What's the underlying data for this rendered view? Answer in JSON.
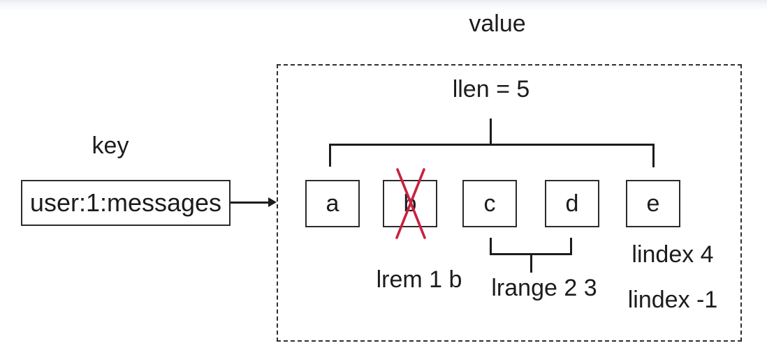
{
  "diagram": {
    "title_left": "key",
    "title_right": "value",
    "key_box_text": "user:1:messages",
    "llen_label": "llen = 5",
    "cells": [
      {
        "label": "a",
        "removed": false
      },
      {
        "label": "b",
        "removed": true
      },
      {
        "label": "c",
        "removed": false
      },
      {
        "label": "d",
        "removed": false
      },
      {
        "label": "e",
        "removed": false
      }
    ],
    "lrem_label": "lrem 1 b",
    "lrange_label": "lrange 2 3",
    "lindex_top_label": "lindex 4",
    "lindex_bottom_label": "lindex -1",
    "colors": {
      "cross": "#c9203f",
      "line": "#1c1c1c",
      "box_border": "#2b2b2b"
    }
  }
}
